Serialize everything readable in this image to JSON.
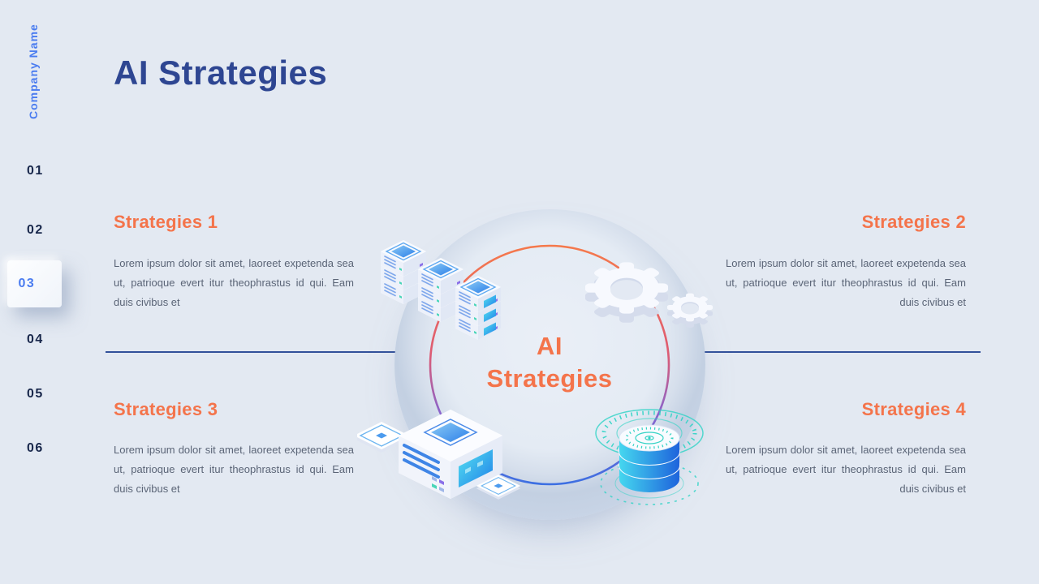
{
  "sidebar": {
    "company_name": "Company Name",
    "nav_items": [
      {
        "label": "01",
        "active": false
      },
      {
        "label": "02",
        "active": false
      },
      {
        "label": "03",
        "active": true
      },
      {
        "label": "04",
        "active": false
      },
      {
        "label": "05",
        "active": false
      },
      {
        "label": "06",
        "active": false
      }
    ]
  },
  "header": {
    "title": "AI Strategies"
  },
  "diagram": {
    "center_line1": "AI",
    "center_line2": "Strategies",
    "icons": [
      "server-stack-icon",
      "gears-icon",
      "mini-computer-icon",
      "database-radar-icon"
    ]
  },
  "sections": [
    {
      "heading": "Strategies 1",
      "body": "Lorem ipsum dolor sit amet, laoreet expetenda sea ut, patrioque evert itur theophrastus id qui. Eam duis civibus et"
    },
    {
      "heading": "Strategies 2",
      "body": "Lorem ipsum dolor sit amet, laoreet expetenda sea ut, patrioque evert itur theophrastus id qui. Eam duis civibus et"
    },
    {
      "heading": "Strategies 3",
      "body": "Lorem ipsum dolor sit amet, laoreet expetenda sea ut, patrioque evert itur theophrastus id qui. Eam duis civibus et"
    },
    {
      "heading": "Strategies 4",
      "body": "Lorem ipsum dolor sit amet, laoreet expetenda sea ut, patrioque evert itur theophrastus id qui. Eam duis civibus et"
    }
  ],
  "colors": {
    "background": "#E3E9F2",
    "title_navy": "#2E4692",
    "accent_orange": "#F4744B",
    "link_blue": "#4A7CF0",
    "body_text": "#5B6577",
    "divider_navy": "#31509A",
    "radar_teal": "#2ED3C5"
  }
}
